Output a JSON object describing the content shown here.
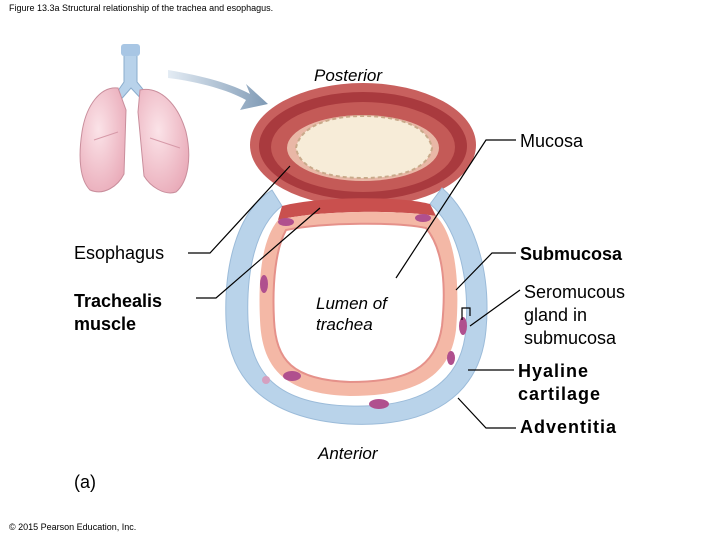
{
  "figure": {
    "caption": "Figure 13.3a Structural relationship of the trachea and esophagus.",
    "part_label": "(a)",
    "copyright": "© 2015 Pearson Education, Inc."
  },
  "orientation": {
    "posterior": "Posterior",
    "anterior": "Anterior"
  },
  "labels": {
    "mucosa": "Mucosa",
    "submucosa": "Submucosa",
    "seromucous_gland": "Seromucous gland in submucosa",
    "hyaline_cartilage": "Hyaline cartilage",
    "adventitia": "Adventitia",
    "esophagus": "Esophagus",
    "trachealis_muscle": "Trachealis muscle",
    "lumen": "Lumen of trachea"
  },
  "colors": {
    "esophagus_outer": "#c8605e",
    "esophagus_muscle": "#a93a3e",
    "esophagus_inner": "#e9b7a6",
    "cartilage": "#b9d3ea",
    "mucosa_pink": "#f4b8a6",
    "gland": "#b0508e",
    "lung_pink": "#f1c6cf",
    "arrow": "#8aa3bd"
  }
}
